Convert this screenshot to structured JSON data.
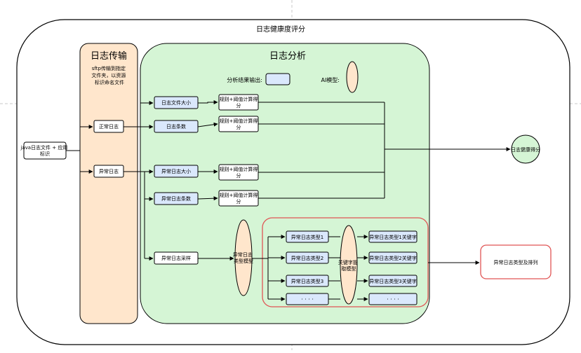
{
  "title": "日志健康度评分",
  "panels": {
    "transfer": {
      "title": "日志传输",
      "note": [
        "sftp传输到指定",
        "文件夹，以资源",
        "标识命名文件"
      ]
    },
    "analysis": {
      "title": "日志分析",
      "output_label": "分析结果输出:",
      "ai_label": "AI模型:"
    }
  },
  "source": [
    "java日志文件 + 应用",
    "标识"
  ],
  "logs": {
    "normal": "正常日志",
    "abnormal": "异常日志"
  },
  "metrics": {
    "size": "日志文件大小",
    "count": "日志条数",
    "err_size": "异常日志大小",
    "err_count": "异常日志条数",
    "err_sample": "异常日志采样"
  },
  "rule_label": [
    "规则+阈值计算得",
    "分"
  ],
  "classify_model": [
    "异常日志",
    "类型模型"
  ],
  "keyword_model": [
    "关键字提",
    "取模型"
  ],
  "types": [
    "异常日志类型1",
    "异常日志类型2",
    "异常日志类型3",
    "· · · ·"
  ],
  "keywords": [
    "异常日志类型1关键字",
    "异常日志类型2关键字",
    "异常日志类型3关键字",
    "· · · ·"
  ],
  "outputs": {
    "score": "日志健康得分",
    "ranking": "异常日志类型及排列"
  },
  "colors": {
    "stroke": "#000000",
    "orange_fill": "#FFE6CC",
    "green_fill": "#D5F5D5",
    "blue_fill": "#DAE8FC",
    "red_stroke": "#E05555"
  }
}
